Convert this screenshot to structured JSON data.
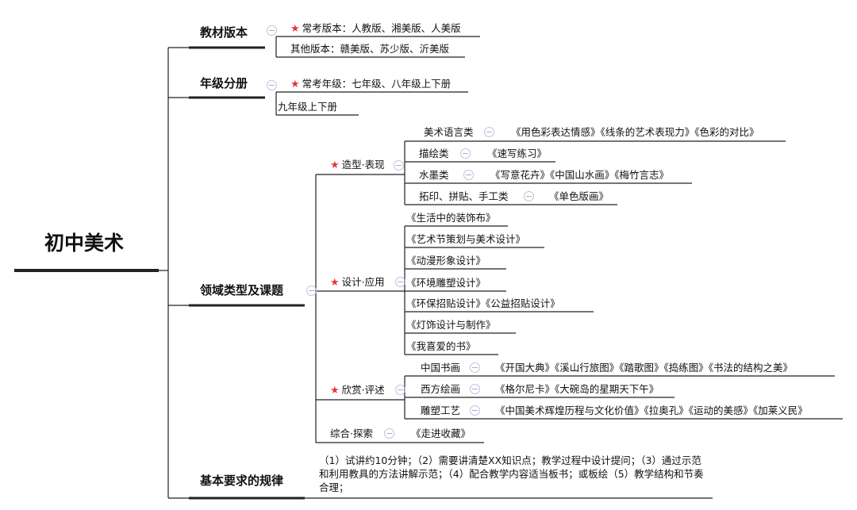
{
  "root": "初中美术",
  "branches": {
    "textbook": {
      "title": "教材版本",
      "items": [
        "常考版本：人教版、湘美版、人美版",
        "其他版本：赣美版、苏少版、沂美版"
      ]
    },
    "grade": {
      "title": "年级分册",
      "items": [
        "常考年级：七年级、八年级上下册",
        "九年级上下册"
      ]
    },
    "domain": {
      "title": "领域类型及课题",
      "modeling": {
        "title": "造型·表现",
        "items": [
          {
            "name": "美术语言类",
            "courses": "《用色彩表达情感》《线条的艺术表现力》《色彩的对比》"
          },
          {
            "name": "描绘类",
            "courses": "《速写练习》"
          },
          {
            "name": "水墨类",
            "courses": "《写意花卉》《中国山水画》《梅竹言志》"
          },
          {
            "name": "拓印、拼贴、手工类",
            "courses": "《单色版画》"
          }
        ]
      },
      "design": {
        "title": "设计·应用",
        "items": [
          "《生活中的装饰布》",
          "《艺术节策划与美术设计》",
          "《动漫形象设计》",
          "《环境雕塑设计》",
          "《环保招贴设计》《公益招贴设计》",
          "《灯饰设计与制作》",
          "《我喜爱的书》"
        ]
      },
      "appreciation": {
        "title": "欣赏·评述",
        "items": [
          {
            "name": "中国书画",
            "courses": "《开国大典》《溪山行旅图》《踏歌图》《捣练图》《书法的结构之美》"
          },
          {
            "name": "西方绘画",
            "courses": "《格尔尼卡》《大碗岛的星期天下午》"
          },
          {
            "name": "雕塑工艺",
            "courses": "《中国美术辉煌历程与文化价值》《拉奥孔》《运动的美感》《加莱义民》"
          }
        ]
      },
      "explore": {
        "title": "综合·探索",
        "courses": "《走进收藏》"
      }
    },
    "rules": {
      "title": "基本要求的规律",
      "text": "（1）试讲约10分钟；（2）需要讲清楚XX知识点；教学过程中设计提问；（3）通过示范和利用教具的方法讲解示范；（4）配合教学内容适当板书；或板绘（5）教学结构和节奏合理；"
    }
  },
  "icons": {
    "collapse": "collapse-circle-icon",
    "star": "star-icon"
  },
  "colors": {
    "line": "#222222",
    "star": "#e03a3a",
    "collapse": "#9aa8c8"
  }
}
